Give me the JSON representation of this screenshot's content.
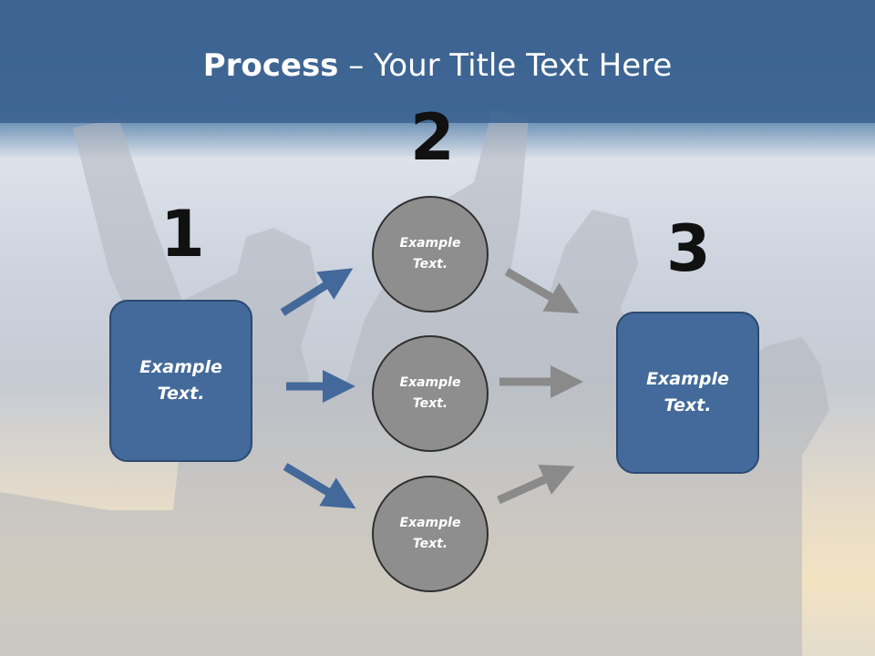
{
  "title": {
    "bold": "Process",
    "rest": " – Your Title Text Here"
  },
  "steps": {
    "one": "1",
    "two": "2",
    "three": "3"
  },
  "left_box": {
    "line1": "Example",
    "line2": "Text."
  },
  "right_box": {
    "line1": "Example",
    "line2": "Text."
  },
  "circles": [
    {
      "line1": "Example",
      "line2": "Text."
    },
    {
      "line1": "Example",
      "line2": "Text."
    },
    {
      "line1": "Example",
      "line2": "Text."
    }
  ],
  "colors": {
    "header": "#3a5f8d",
    "box": "#436a9a",
    "circle": "#8e8e8e",
    "blue_arrow": "#43699a",
    "gray_arrow": "#8a8a8a"
  }
}
